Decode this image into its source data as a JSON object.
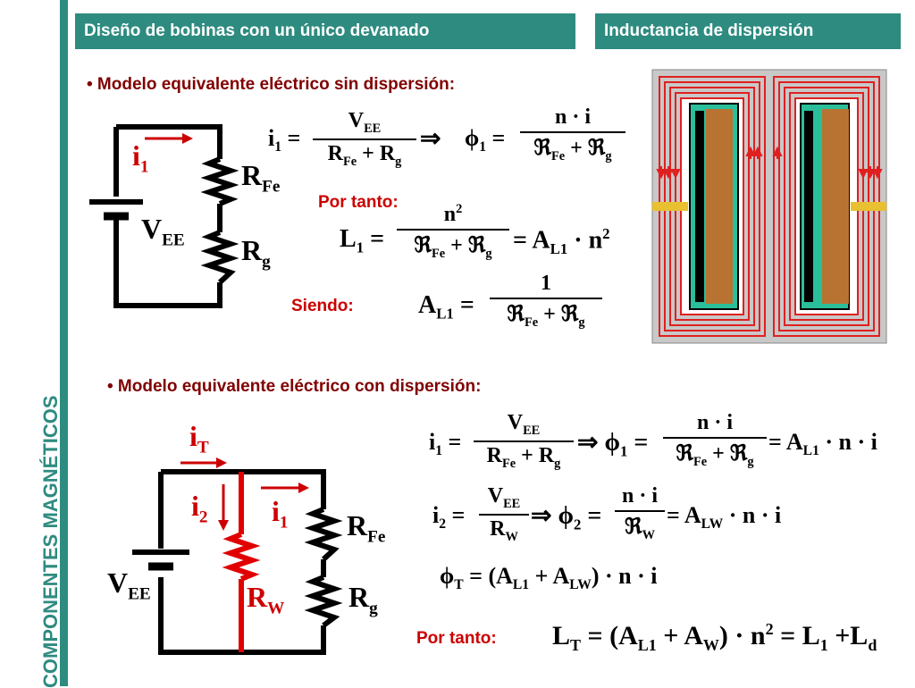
{
  "sidebar": {
    "title": "COMPONENTES MAGNÉTICOS"
  },
  "header": {
    "left": "Diseño de bobinas con un único devanado",
    "right": "Inductancia de dispersión"
  },
  "section1": {
    "bullet": "• Modelo equivalente eléctrico sin dispersión:",
    "por_tanto": "Por tanto:",
    "siendo": "Siendo:",
    "circuit": {
      "current": "i",
      "current_sub": "1",
      "source": "V",
      "source_sub": "EE",
      "r1": "R",
      "r1_sub": "Fe",
      "r2": "R",
      "r2_sub": "g"
    }
  },
  "section2": {
    "bullet": "• Modelo equivalente eléctrico con dispersión:",
    "por_tanto": "Por tanto:",
    "circuit": {
      "it": "i",
      "it_sub": "T",
      "i2": "i",
      "i2_sub": "2",
      "i1": "i",
      "i1_sub": "1",
      "source": "V",
      "source_sub": "EE",
      "rw": "R",
      "rw_sub": "W",
      "r1": "R",
      "r1_sub": "Fe",
      "r2": "R",
      "r2_sub": "g"
    }
  },
  "colors": {
    "accent": "#2e8b80",
    "red": "#cc0000",
    "dark_red": "#800000"
  }
}
